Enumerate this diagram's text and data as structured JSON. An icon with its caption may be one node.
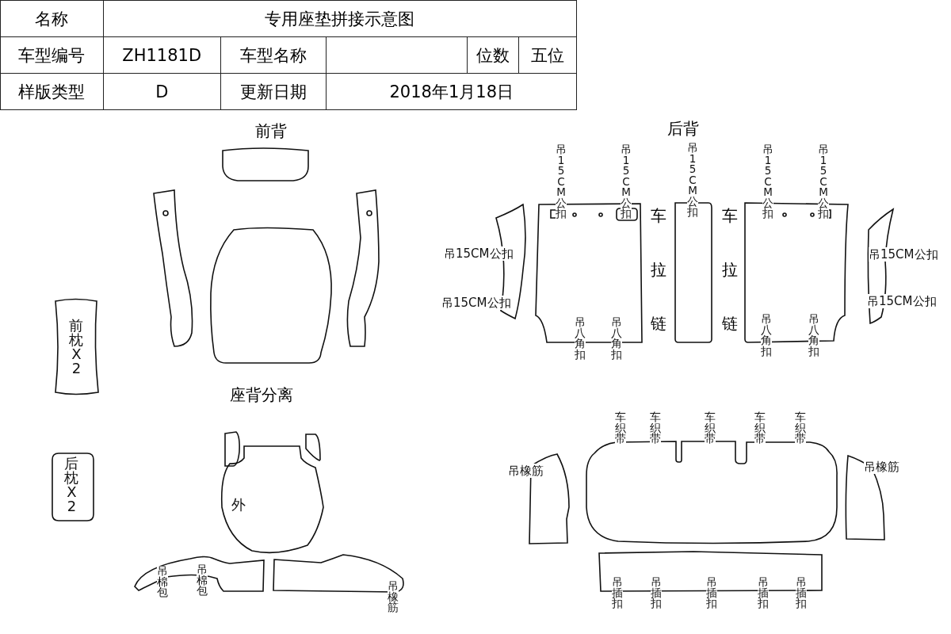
{
  "diagram": {
    "nodes": [
      {
        "text": [],
        "shape": "box"
      },
      {
        "text": [],
        "shape": "box"
      },
      {
        "text": [],
        "shape": "box"
      },
      {
        "text": [],
        "shape": "box"
      },
      {
        "text": [
          "前枕X2"
        ]
      },
      {
        "text": [
          "后枕X2"
        ]
      },
      {
        "text": [
          "吊15CM公扣",
          "吊15CM公扣"
        ]
      },
      {
        "text": [
          "吊15CM公扣",
          "吊15CM公扣",
          "吊八角扣",
          "吊八角扣"
        ]
      },
      {
        "text": [
          "吊15CM公扣"
        ]
      },
      {
        "text": [
          "吊15CM公扣",
          "吊15CM公扣",
          "吊八角扣",
          "吊八角扣"
        ]
      },
      {
        "text": [
          "吊15CM公扣",
          "吊15CM公扣"
        ]
      },
      {
        "text": [],
        "shape": "box"
      },
      {
        "text": [],
        "shape": "box"
      },
      {
        "text": [
          "外"
        ]
      },
      {
        "text": [
          "吊棉包",
          "吊棉包"
        ]
      },
      {
        "text": [
          "吊橡筋"
        ]
      },
      {
        "text": [
          "吊橡筋"
        ]
      },
      {
        "text": [
          "车织带",
          "车织带",
          "车织带",
          "车织带",
          "车织带"
        ]
      },
      {
        "text": [
          "吊橡筋"
        ]
      },
      {
        "text": [
          "吊插扣",
          "吊插扣",
          "吊插扣",
          "吊插扣",
          "吊插扣"
        ]
      }
    ],
    "labels": [
      "名称",
      "专用座垫拼接示意图",
      "车型编号",
      "ZH1181D",
      "车型名称",
      "位数",
      "五位",
      "样版类型",
      "D",
      "更新日期",
      "2018年1月18日",
      "前背",
      "后背",
      "车拉链",
      "车拉链",
      "座背分离"
    ]
  }
}
